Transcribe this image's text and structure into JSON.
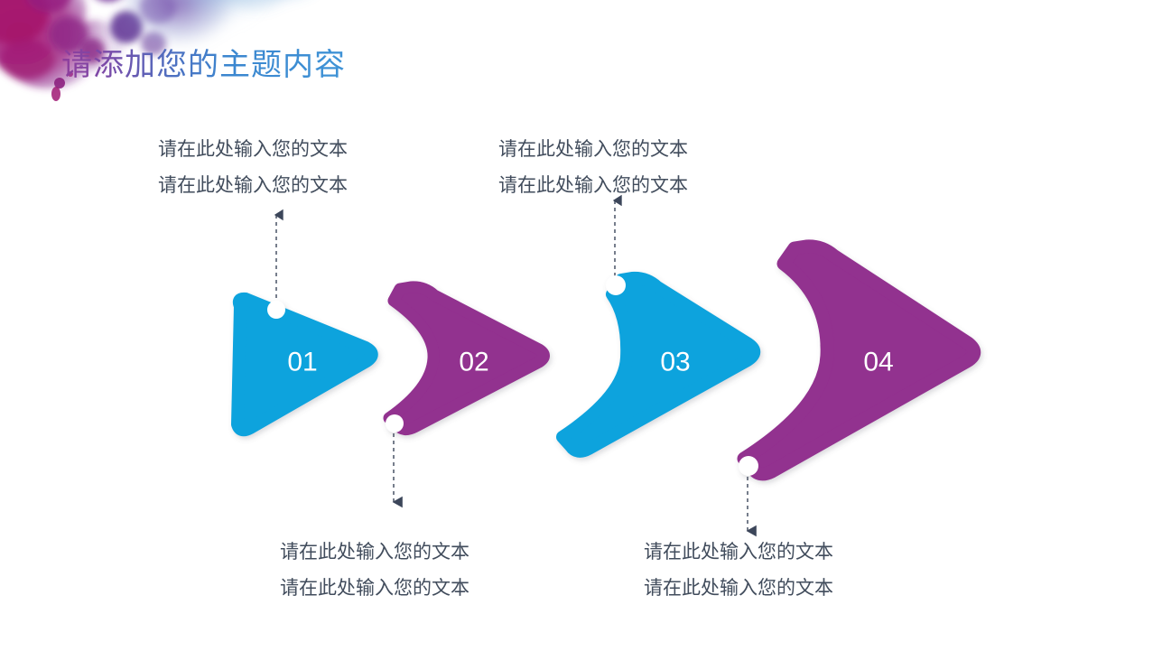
{
  "slide": {
    "title": "请添加您的主题内容",
    "background_color": "#ffffff",
    "title_gradient_from": "#8f3d9c",
    "title_gradient_to": "#3f93d6"
  },
  "decoration": {
    "splash": "watercolor-splash-decoration",
    "splash_colors": [
      "#a61a6e",
      "#8e2a87",
      "#6f3f9e",
      "#7fa8d8",
      "#bcd6ec"
    ]
  },
  "colors": {
    "blue": "#0aa3dd",
    "purple": "#92308f",
    "text": "#414c5c",
    "connector": "#3c465a",
    "marker": "#ffffff"
  },
  "steps": [
    {
      "number": "01",
      "color": "#0aa3dd",
      "shape": "triangle-arrow",
      "connector_direction": "up",
      "text": [
        "请在此处输入您的文本",
        "请在此处输入您的文本"
      ]
    },
    {
      "number": "02",
      "color": "#92308f",
      "shape": "chevron-arrow",
      "connector_direction": "down",
      "text": [
        "请在此处输入您的文本",
        "请在此处输入您的文本"
      ]
    },
    {
      "number": "03",
      "color": "#0aa3dd",
      "shape": "chevron-arrow",
      "connector_direction": "up",
      "text": [
        "请在此处输入您的文本",
        "请在此处输入您的文本"
      ]
    },
    {
      "number": "04",
      "color": "#92308f",
      "shape": "chevron-arrow",
      "connector_direction": "down",
      "text": [
        "请在此处输入您的文本",
        "请在此处输入您的文本"
      ]
    }
  ]
}
